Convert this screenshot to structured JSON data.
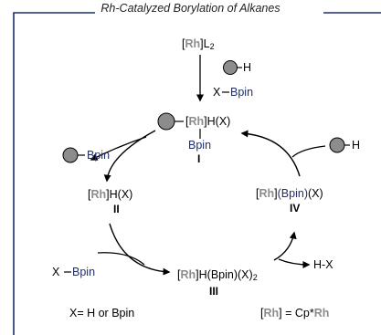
{
  "title": "Rh-Catalyzed Borylation of Alkanes",
  "colors": {
    "frame": "#1f2f6e",
    "boron": "#1f2f6e",
    "rhodium": "#8c8c8c",
    "alkyl_ball": "#8c8c8c"
  },
  "precatalyst": {
    "rh": "Rh",
    "ligand": "L",
    "subscript": "2"
  },
  "reagents_top": {
    "alkane_h": "H",
    "borane_x": "X",
    "borane_b": "Bpin"
  },
  "intermediates": {
    "I": {
      "rh": "Rh",
      "rest": "H(X)",
      "ligand_below": "Bpin",
      "label": "I"
    },
    "II": {
      "rh": "Rh",
      "rest": "H(X)",
      "label": "II"
    },
    "III": {
      "rh": "Rh",
      "rest": "H(Bpin)(X)",
      "subscript": "2",
      "label": "III"
    },
    "IV": {
      "rh": "Rh",
      "rest_b": "(Bpin)",
      "rest_x": "(X)",
      "label": "IV"
    }
  },
  "product_left": {
    "bpin": "Bpin"
  },
  "reagent_right": {
    "h": "H"
  },
  "reagent_lower_left": {
    "x": "X",
    "bpin": "Bpin"
  },
  "byproduct": {
    "text": "H-X"
  },
  "footnotes": {
    "x_def": "X= H or Bpin",
    "rh_def_prefix": "Rh",
    "rh_def_eq": " = Cp*",
    "rh_def_metal": "Rh"
  }
}
